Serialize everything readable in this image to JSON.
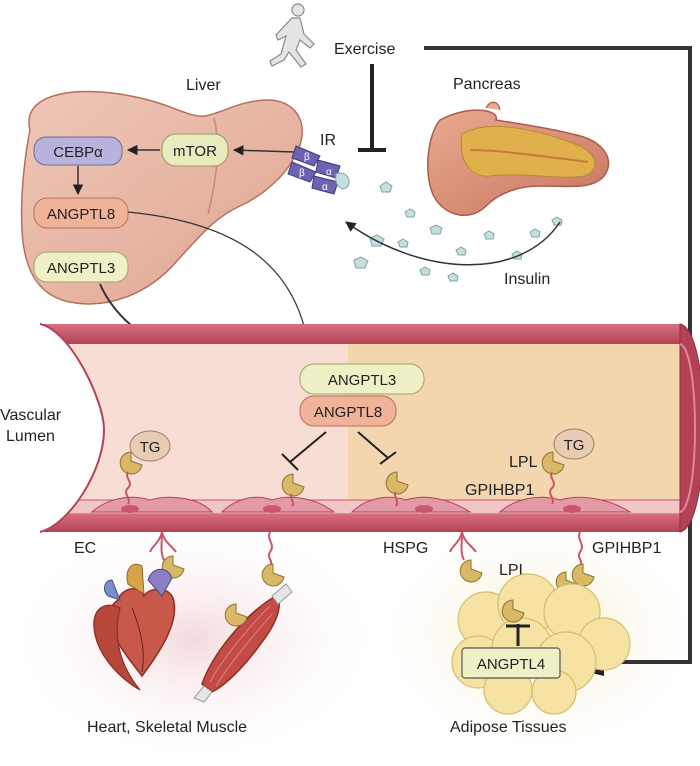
{
  "labels": {
    "exercise": "Exercise",
    "liver": "Liver",
    "pancreas": "Pancreas",
    "ir": "IR",
    "insulin": "Insulin",
    "vascular_lumen_line1": "Vascular",
    "vascular_lumen_line2": "Lumen",
    "ec": "EC",
    "hspg": "HSPG",
    "lpl_top": "LPL",
    "gpihbp1_top": "GPIHBP1",
    "gpihbp1_bottom": "GPIHBP1",
    "lpl_adipose": "LPL",
    "heart_muscle": "Heart, Skeletal Muscle",
    "adipose": "Adipose Tissues"
  },
  "receptor_subunits": {
    "beta1": "β",
    "beta2": "β",
    "alpha1": "α",
    "alpha2": "α"
  },
  "liver_boxes": {
    "cebpa": "CEBPα",
    "mtor": "mTOR",
    "angptl8": "ANGPTL8",
    "angptl3": "ANGPTL3"
  },
  "vessel_boxes": {
    "angptl3": "ANGPTL3",
    "angptl8": "ANGPTL8"
  },
  "tg_labels": {
    "left": "TG",
    "right": "TG"
  },
  "adipose_box": {
    "angptl4": "ANGPTL4"
  },
  "colors": {
    "liver": "#e9b7a4",
    "vessel_wall": "#c9566a",
    "lumen_left": "#f7ddd3",
    "lumen_right": "#f3d5ae",
    "cebpa_box": "#b7b3dd",
    "mtor_box": "#e8ebbd",
    "angptl8_box": "#f0b39a",
    "angptl3_box": "#eff0c6",
    "lpl": "#d9b866",
    "tg_bubble": "#e7cbb2",
    "receptor": "#6c63b3",
    "insulin": "#c5dede",
    "adipocyte": "#f6e3a3"
  }
}
